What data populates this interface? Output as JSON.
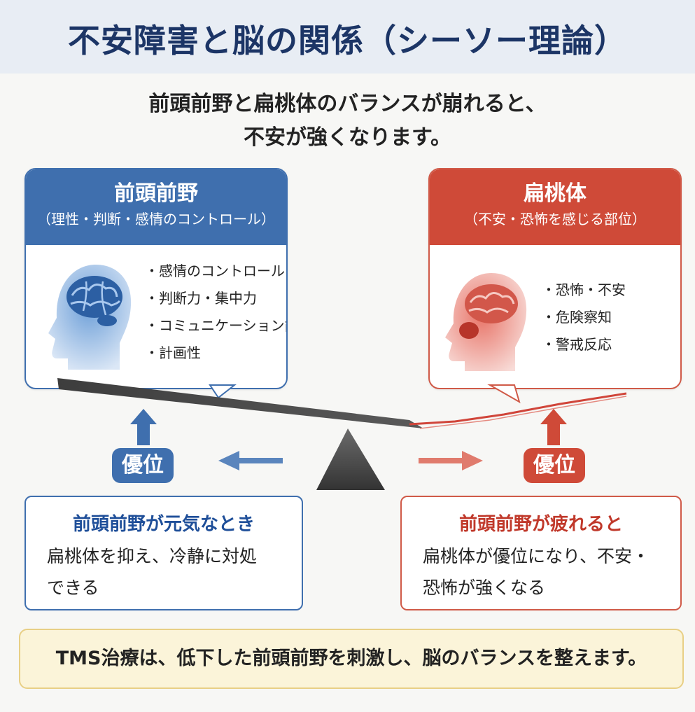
{
  "title": "不安障害と脳の関係（シーソー理論）",
  "subtitle": {
    "line1": "前頭前野と扁桃体のバランスが崩れると、",
    "line2": "不安が強くなります。"
  },
  "left_panel": {
    "title": "前頭前野",
    "subtitle": "（理性・判断・感情のコントロール）",
    "bullets": [
      "・感情のコントロール",
      "・判断力・集中力",
      "・コミュニケーション能力",
      "・計画性"
    ],
    "color": "#3f6fae"
  },
  "right_panel": {
    "title": "扁桃体",
    "subtitle": "（不安・恐怖を感じる部位）",
    "bullets": [
      "・恐怖・不安",
      "・危険察知",
      "・警戒反応"
    ],
    "color": "#cf4a38"
  },
  "badges": {
    "left": "優位",
    "right": "優位"
  },
  "left_box": {
    "title": "前頭前野が元気なとき",
    "line1": "扁桃体を抑え、冷静に対処",
    "line2": "できる"
  },
  "right_box": {
    "title": "前頭前野が疲れると",
    "line1": "扁桃体が優位になり、不安・",
    "line2": "恐怖が強くなる"
  },
  "footer": "TMS治療は、低下した前頭前野を刺激し、脳のバランスを整えます。"
}
